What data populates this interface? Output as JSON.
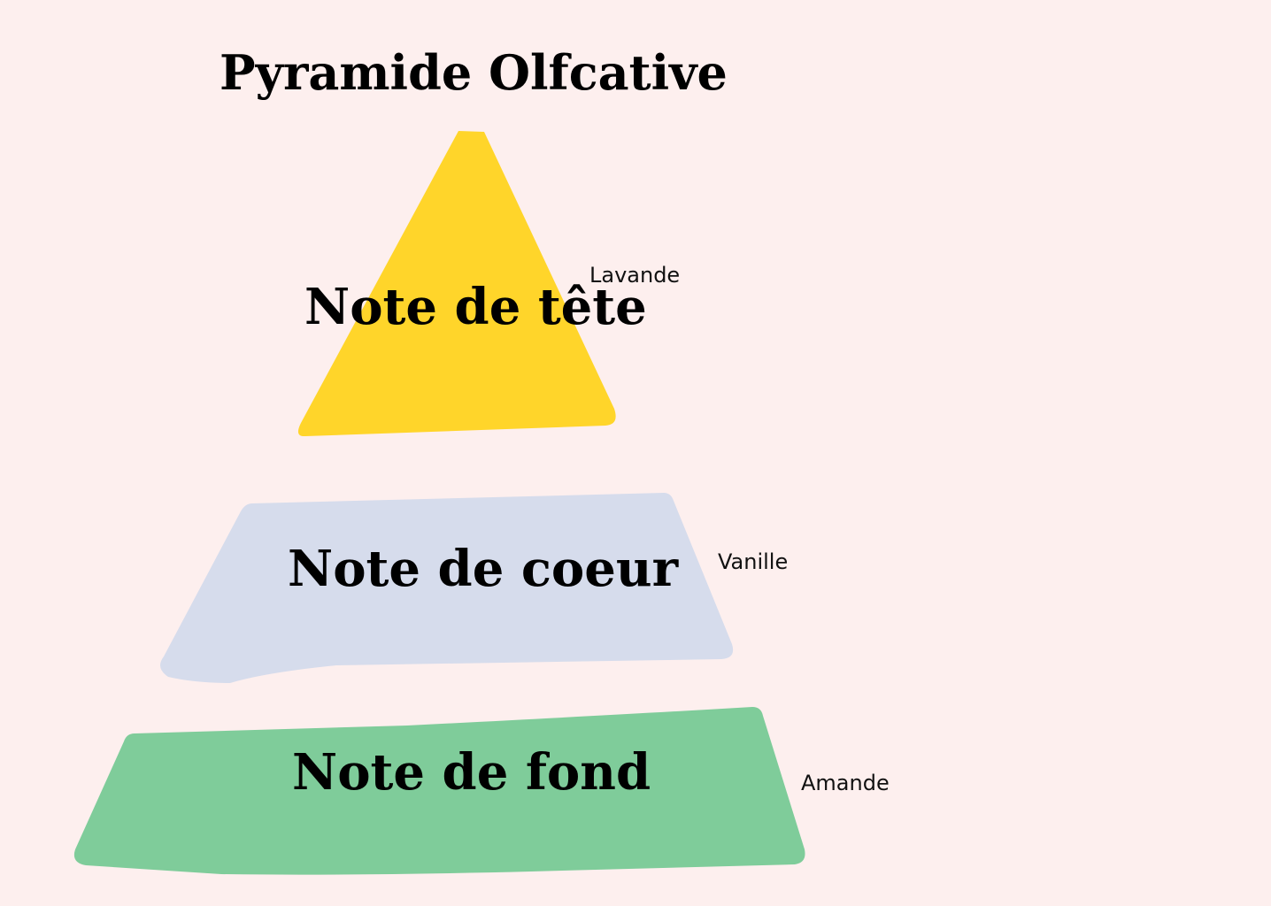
{
  "title": "Pyramide Olfcative",
  "colors": {
    "background": "#FDEFEE",
    "top": "#FFD52A",
    "middle": "#D6DCEC",
    "base": "#7FCC9A",
    "text": "#000000"
  },
  "tiers": [
    {
      "label": "Note de tête",
      "ingredient": "Lavande",
      "color": "#FFD52A",
      "shape": "triangle"
    },
    {
      "label": "Note de coeur",
      "ingredient": "Vanille",
      "color": "#D6DCEC",
      "shape": "trapezoid"
    },
    {
      "label": "Note de fond",
      "ingredient": "Amande",
      "color": "#7FCC9A",
      "shape": "trapezoid"
    }
  ]
}
